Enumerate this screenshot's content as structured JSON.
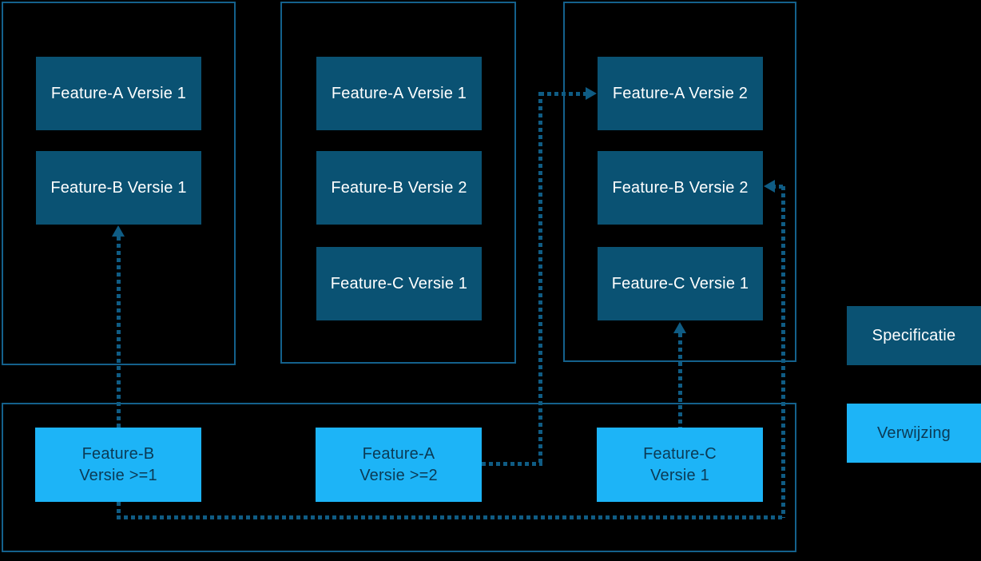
{
  "colors": {
    "background": "#000000",
    "specification_fill": "#0a5273",
    "reference_fill": "#1db4f7",
    "container_border": "#14618c",
    "arrow": "#0f5c84",
    "specification_text": "#ffffff",
    "reference_text": "#0b3a55"
  },
  "diagram": {
    "specification_groups": [
      {
        "position": "left",
        "boxes": [
          "Feature-A Versie 1",
          "Feature-B Versie 1"
        ]
      },
      {
        "position": "middle",
        "boxes": [
          "Feature-A Versie 1",
          "Feature-B Versie 2",
          "Feature-C Versie 1"
        ]
      },
      {
        "position": "right",
        "boxes": [
          "Feature-A Versie 2",
          "Feature-B Versie 2",
          "Feature-C Versie 1"
        ]
      }
    ],
    "reference_boxes": [
      {
        "line1": "Feature-B",
        "line2": "Versie >=1"
      },
      {
        "line1": "Feature-A",
        "line2": "Versie >=2"
      },
      {
        "line1": "Feature-C",
        "line2": "Versie 1"
      }
    ],
    "arrows": [
      {
        "from": "Feature-B Versie >=1",
        "to": "Feature-B Versie 1 (left group)"
      },
      {
        "from": "Feature-B Versie >=1",
        "to": "Feature-B Versie 2 (right group)"
      },
      {
        "from": "Feature-A Versie >=2",
        "to": "Feature-A Versie 2 (right group)"
      },
      {
        "from": "Feature-C Versie 1",
        "to": "Feature-C Versie 1 (right group)"
      }
    ]
  },
  "legend": {
    "specification": "Specificatie",
    "reference": "Verwijzing"
  }
}
